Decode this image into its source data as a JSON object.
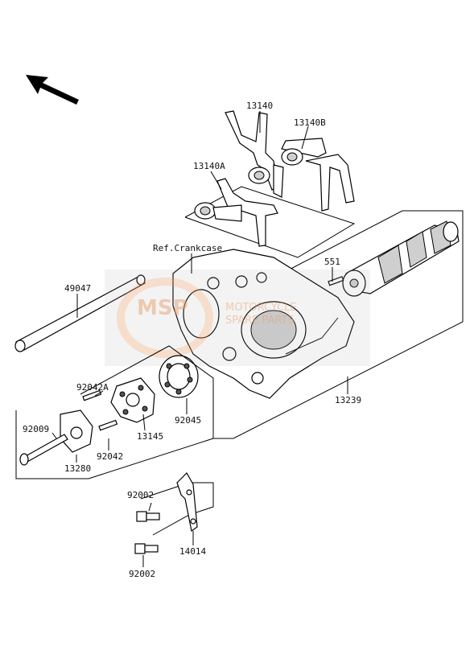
{
  "labels": {
    "p13140": "13140",
    "p13140B": "13140B",
    "p13140A": "13140A",
    "ref_crankcase": "Ref.Crankcase",
    "p551": "551",
    "p49047": "49047",
    "p13239": "13239",
    "p92042A": "92042A",
    "p92045": "92045",
    "p92009": "92009",
    "p13145": "13145",
    "p92042": "92042",
    "p13280": "13280",
    "p92002_top": "92002",
    "p14014": "14014",
    "p92002_bottom": "92002"
  },
  "watermark": {
    "logo": "MSP",
    "line1": "MOTORCYCLE",
    "line2": "SPARE PARTS",
    "color": "#e8a070"
  },
  "colors": {
    "line": "#000000",
    "shade": "#cfcfcf"
  }
}
